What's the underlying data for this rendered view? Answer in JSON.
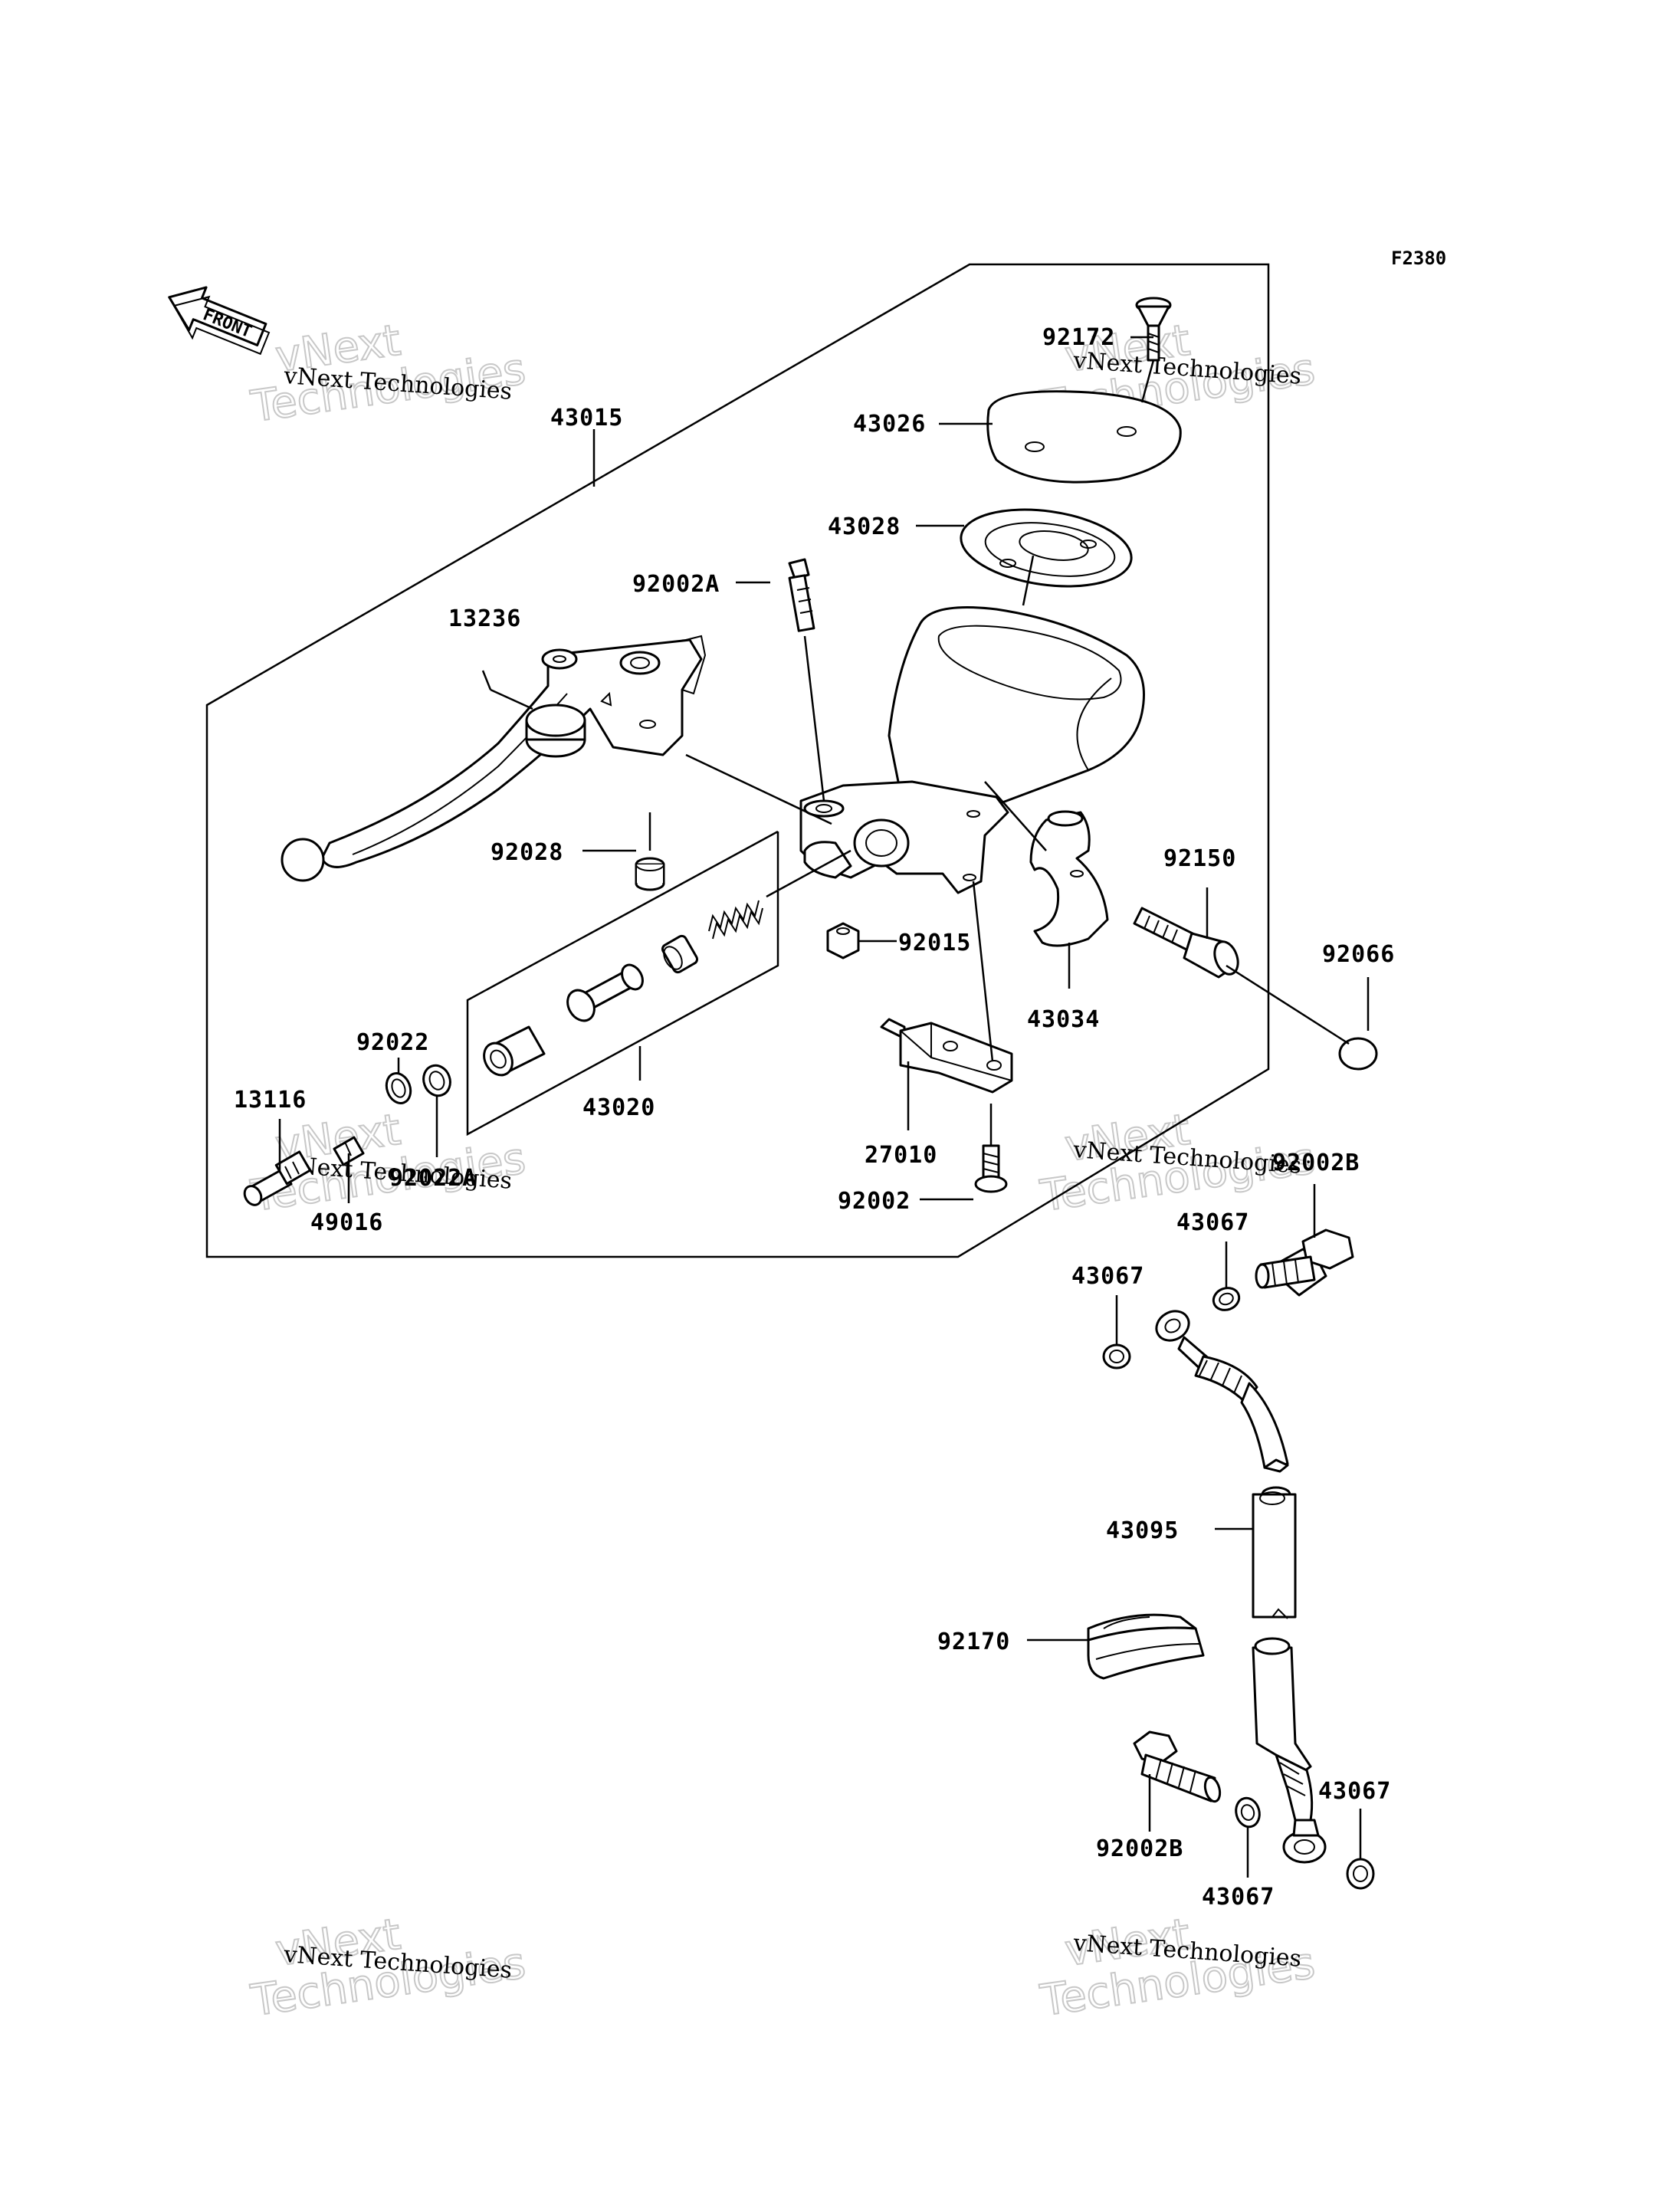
{
  "diagram_code": "F2380",
  "front_label": "FRONT",
  "watermark": {
    "line1": "vNext",
    "line2": "Technologies",
    "caption": "vNext Technologies"
  },
  "parts": {
    "p43015": "43015",
    "p13236": "13236",
    "p92028": "92028",
    "p92022": "92022",
    "p13116": "13116",
    "p92022A": "92022A",
    "p49016": "49016",
    "p43020": "43020",
    "p92002A": "92002A",
    "p92172": "92172",
    "p43026": "43026",
    "p43028": "43028",
    "p92015": "92015",
    "p92150": "92150",
    "p43034": "43034",
    "p92066": "92066",
    "p27010": "27010",
    "p92002": "92002",
    "p92002B_top": "92002B",
    "p43067_a": "43067",
    "p43067_b": "43067",
    "p43095": "43095",
    "p92170": "92170",
    "p92002B_bottom": "92002B",
    "p43067_c": "43067",
    "p43067_d": "43067"
  }
}
